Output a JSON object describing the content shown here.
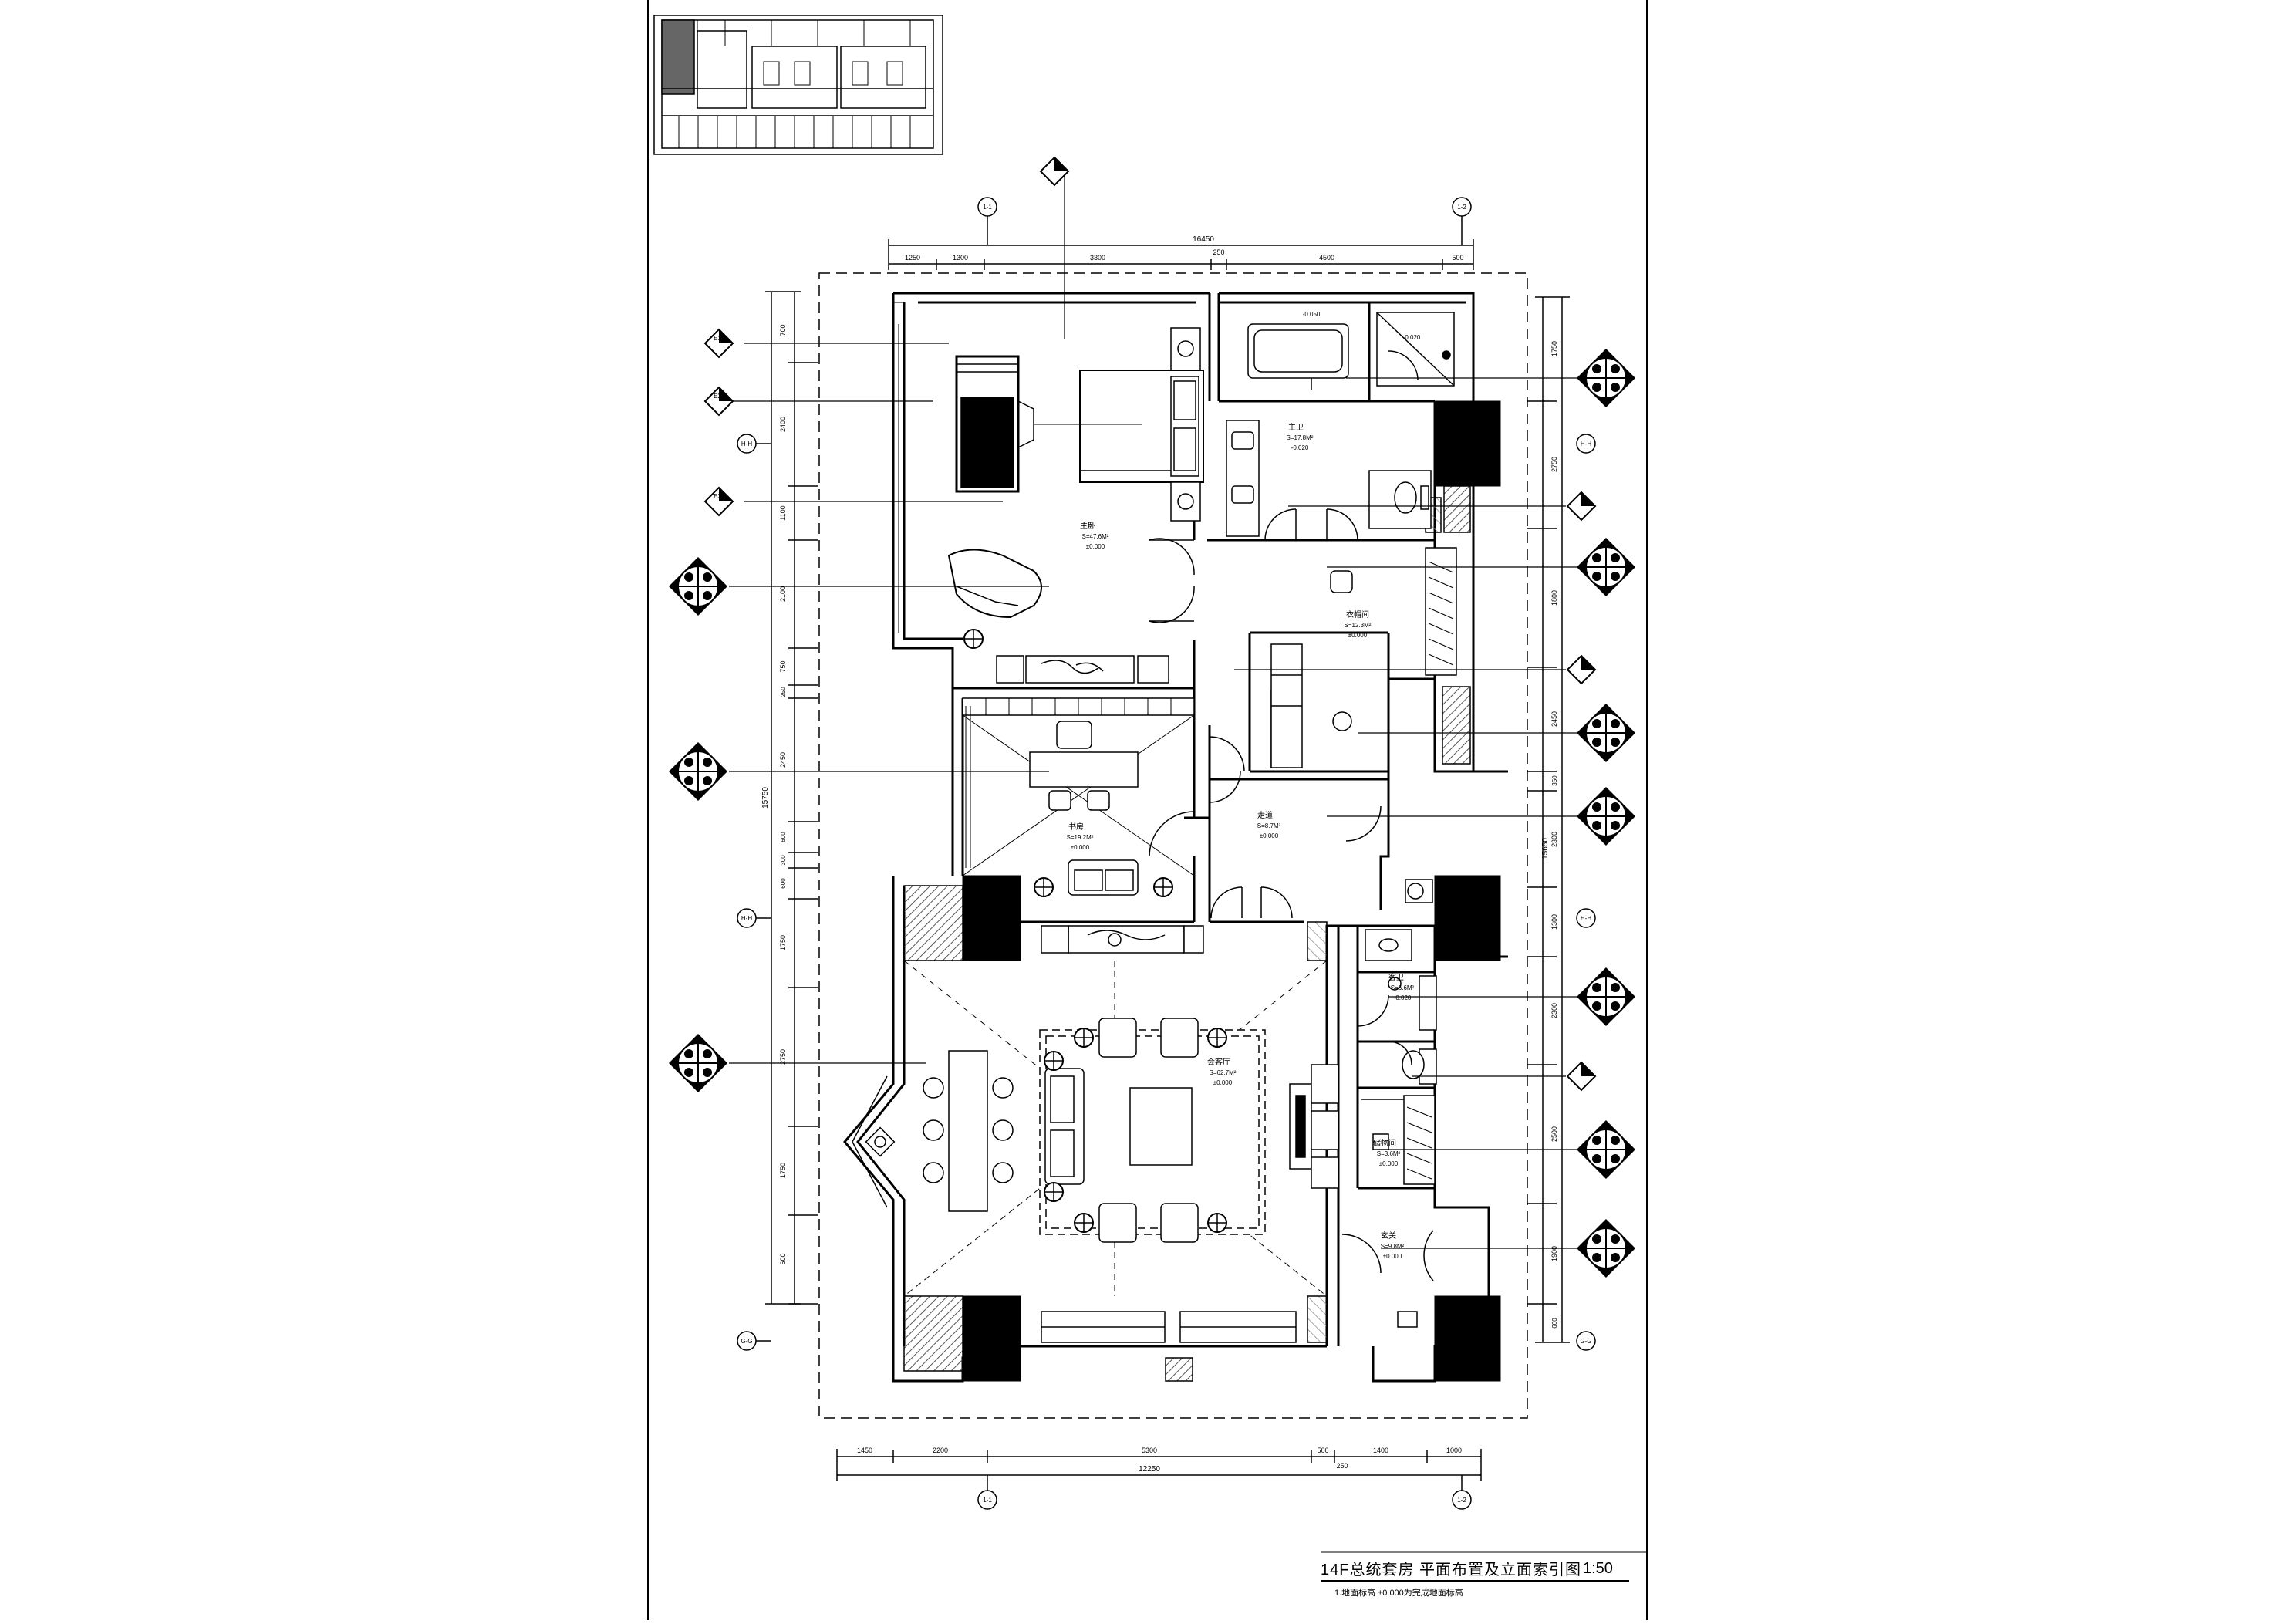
{
  "drawing": {
    "title": "14F总统套房 平面布置及立面索引图",
    "scale": "1:50",
    "note": "1.地面标高 ±0.000为完成地面标高"
  },
  "grid": {
    "axis_1": "1-1",
    "axis_2": "1-2",
    "axis_h": "H-H",
    "axis_h_mid": "H-H",
    "axis_g": "G-G"
  },
  "dims_top": {
    "overall": "16450",
    "segments": [
      "1250",
      "1300",
      "3300",
      "250",
      "4500",
      "500"
    ]
  },
  "dims_bottom": {
    "overall": "12250",
    "segments": [
      "1450",
      "2200",
      "5300",
      "500",
      "1400",
      "1000"
    ],
    "extra": "250"
  },
  "dims_left": {
    "overall": "15750",
    "segments": [
      "700",
      "2400",
      "1100",
      "2100",
      "750",
      "250",
      "2450",
      "600",
      "300",
      "600",
      "1750",
      "2750",
      "1750",
      "600"
    ]
  },
  "dims_right": {
    "overall": "15650",
    "segments": [
      "1750",
      "2750",
      "1800",
      "2450",
      "350",
      "2300",
      "1300",
      "2300",
      "2500",
      "1900",
      "600"
    ]
  },
  "rooms": {
    "bedroom": {
      "name": "主卧",
      "area": "S=47.6M²",
      "level": "±0.000"
    },
    "master_bath": {
      "name": "主卫",
      "area": "S=17.8M²",
      "level": "-0.020"
    },
    "closet": {
      "name": "衣帽间",
      "area": "S=12.3M²",
      "level": "±0.000"
    },
    "study": {
      "name": "书房",
      "area": "S=19.2M²",
      "level": "±0.000"
    },
    "corridor": {
      "name": "走道",
      "area": "S=8.7M²",
      "level": "±0.000"
    },
    "living": {
      "name": "会客厅",
      "area": "S=62.7M²",
      "level": "±0.000"
    },
    "guest_wc": {
      "name": "客卫",
      "area": "S=6.6M²",
      "level": "-0.020"
    },
    "storage": {
      "name": "储物间",
      "area": "S=3.6M²",
      "level": "±0.000"
    },
    "entry": {
      "name": "玄关",
      "area": "S=9.8M²",
      "level": "±0.000"
    },
    "bath_level": "-0.050",
    "shower_level": "-0.020"
  },
  "elevation_tags": {
    "bed_a": "E1",
    "bed_b": "E2",
    "bed_c": "E3"
  }
}
